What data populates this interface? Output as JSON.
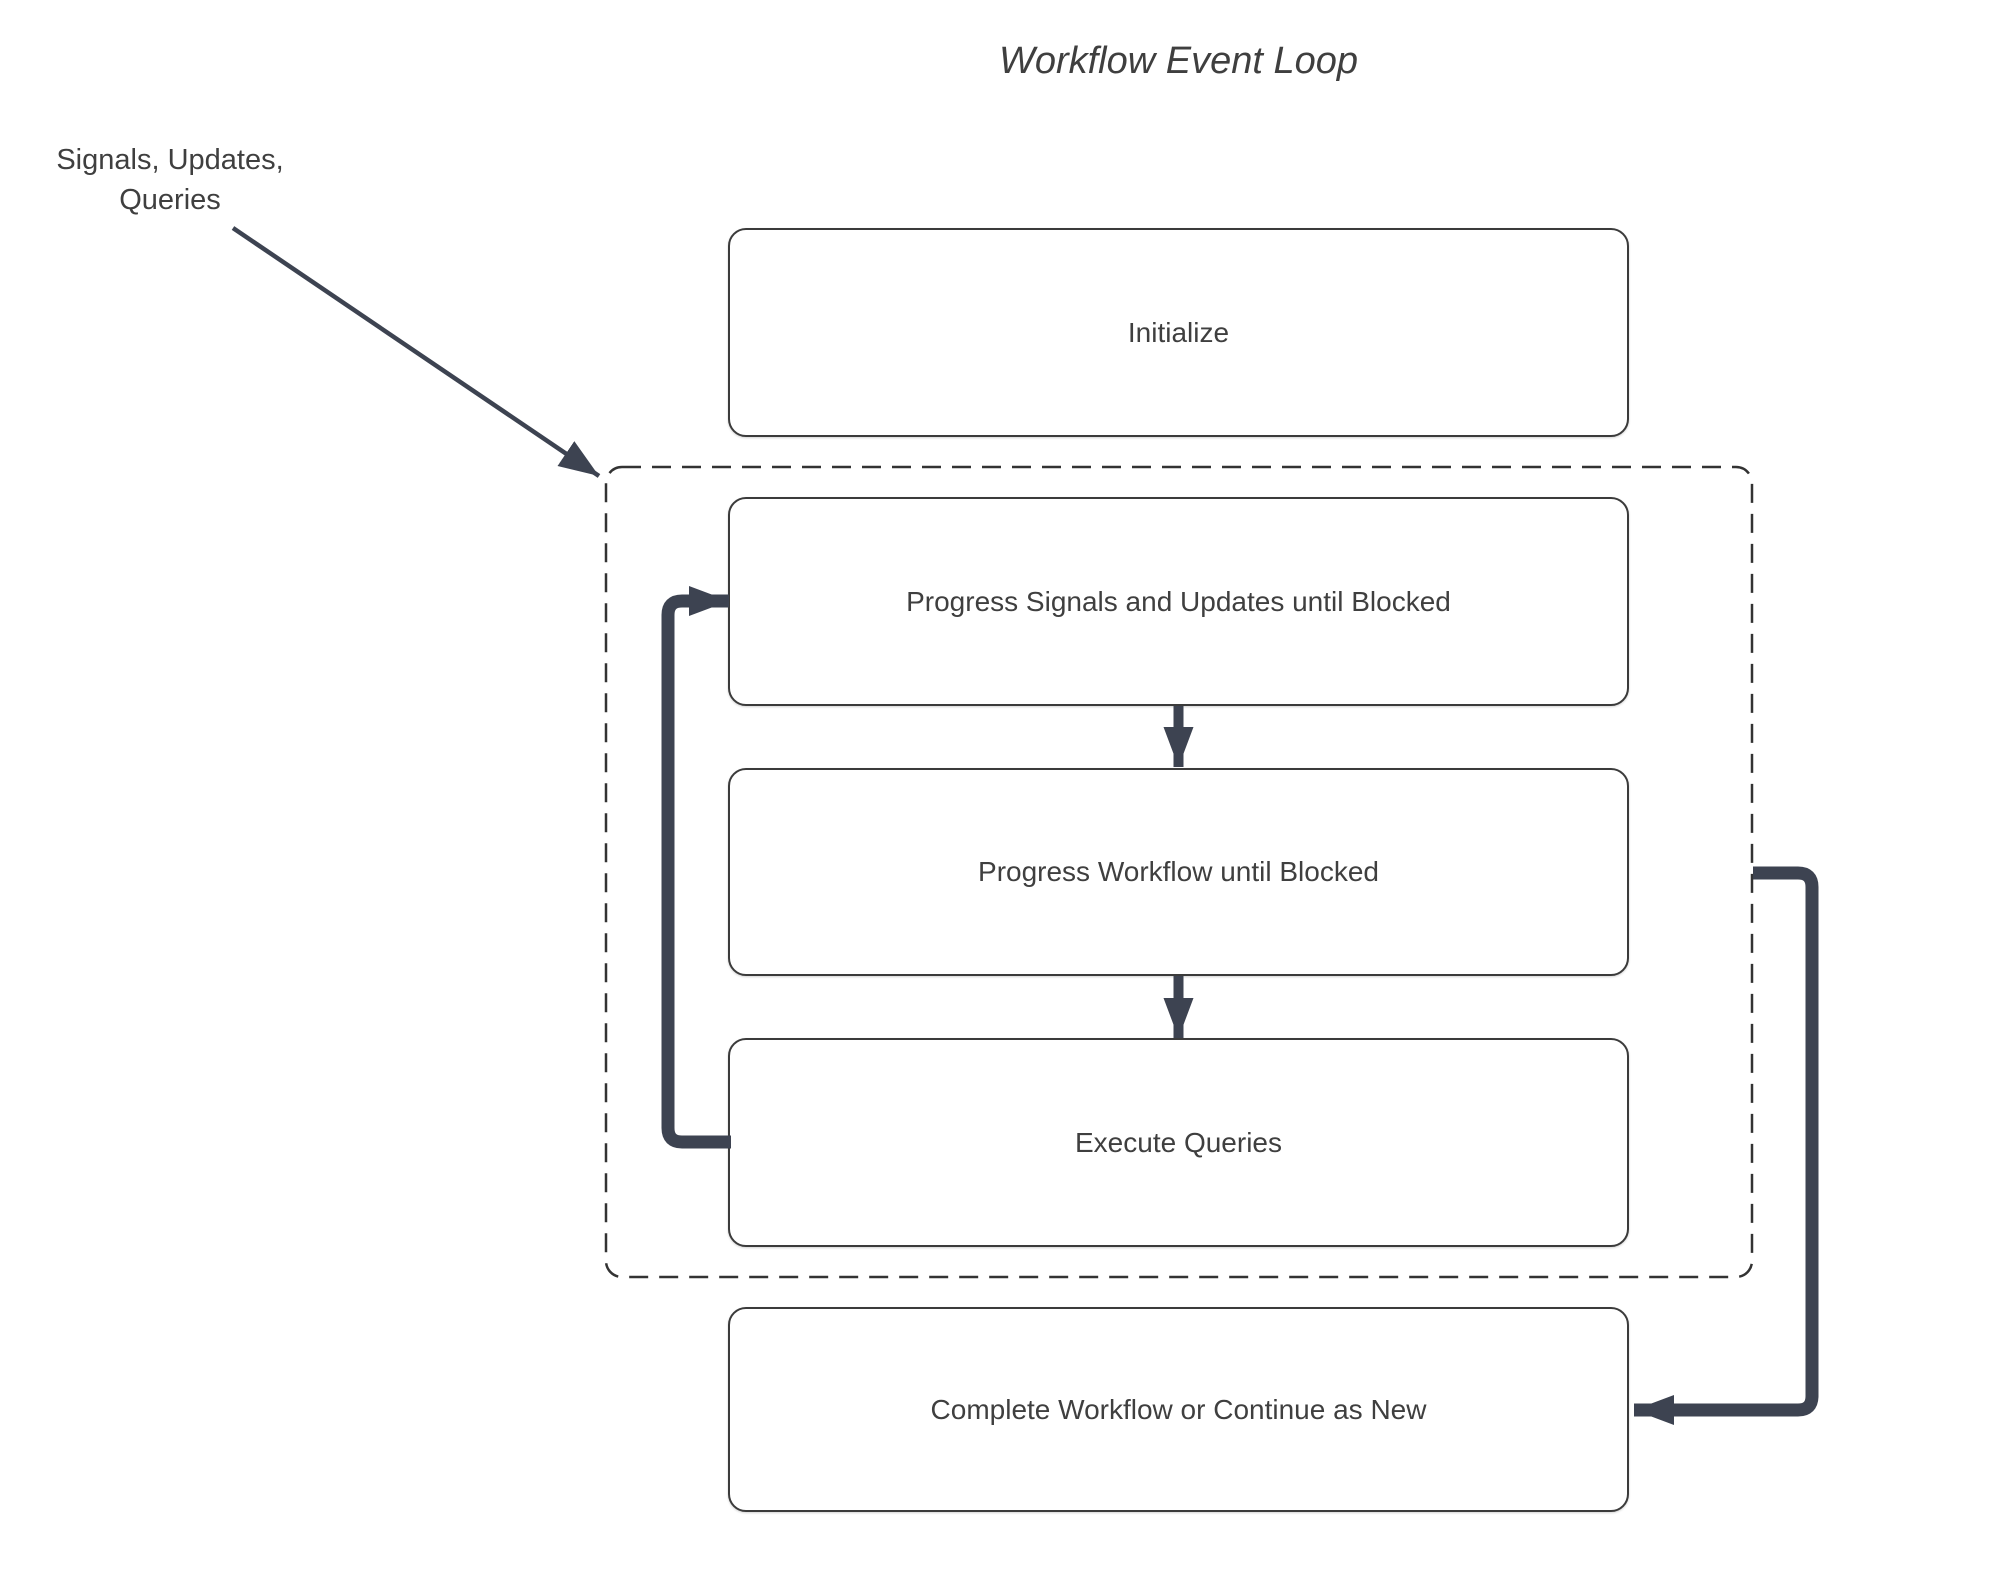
{
  "title": "Workflow Event Loop",
  "annotation": {
    "text": "Signals, Updates,\nQueries"
  },
  "nodes": [
    {
      "id": "initialize",
      "label": "Initialize"
    },
    {
      "id": "progress-signals-updates",
      "label": "Progress Signals and Updates until Blocked"
    },
    {
      "id": "progress-workflow",
      "label": "Progress Workflow until Blocked"
    },
    {
      "id": "execute-queries",
      "label": "Execute Queries"
    },
    {
      "id": "complete-or-continue",
      "label": "Complete Workflow or Continue as New"
    }
  ],
  "group": {
    "id": "event-loop-group",
    "contains": [
      "progress-signals-updates",
      "progress-workflow",
      "execute-queries"
    ],
    "border_style": "dashed"
  },
  "edges": [
    {
      "from": "signals-updates-queries-annotation",
      "to": "event-loop-group",
      "style": "thin-arrow"
    },
    {
      "from": "progress-signals-updates",
      "to": "progress-workflow",
      "style": "down-arrow"
    },
    {
      "from": "progress-workflow",
      "to": "execute-queries",
      "style": "down-arrow"
    },
    {
      "from": "execute-queries",
      "to": "progress-signals-updates",
      "style": "thick-loop-back-left"
    },
    {
      "from": "event-loop-group",
      "to": "complete-or-continue",
      "style": "thick-continue-right"
    }
  ],
  "colors": {
    "arrow": "#3d4351",
    "node-border": "#3b3b3b",
    "text": "#3f3f3f",
    "bg": "#ffffff"
  }
}
